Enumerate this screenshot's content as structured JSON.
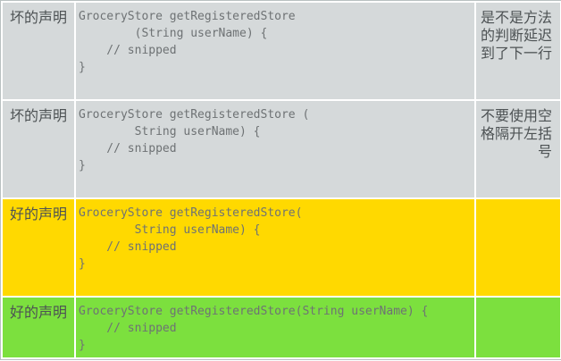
{
  "colors": {
    "bad_bg": "#d5d9da",
    "yellow_bg": "#ffd900",
    "green_bg": "#7ce03e",
    "label_text": "#4d5254",
    "code_text": "#6e7274",
    "gap": "#ffffff",
    "outer_border": "#b9c0c0"
  },
  "rows": [
    {
      "label": "坏的声明",
      "code": "GroceryStore getRegisteredStore\n        (String userName) {\n    // snipped\n}",
      "note": "是不是方法的判断延迟到了下一行"
    },
    {
      "label": "坏的声明",
      "code": "GroceryStore getRegisteredStore (\n        String userName) {\n    // snipped\n}",
      "note": "不要使用空格隔开左括号"
    },
    {
      "label": "好的声明",
      "code": "GroceryStore getRegisteredStore(\n        String userName) {\n    // snipped\n}",
      "note": ""
    },
    {
      "label": "好的声明",
      "code": "GroceryStore getRegisteredStore(String userName) {\n    // snipped\n}",
      "note": ""
    }
  ]
}
